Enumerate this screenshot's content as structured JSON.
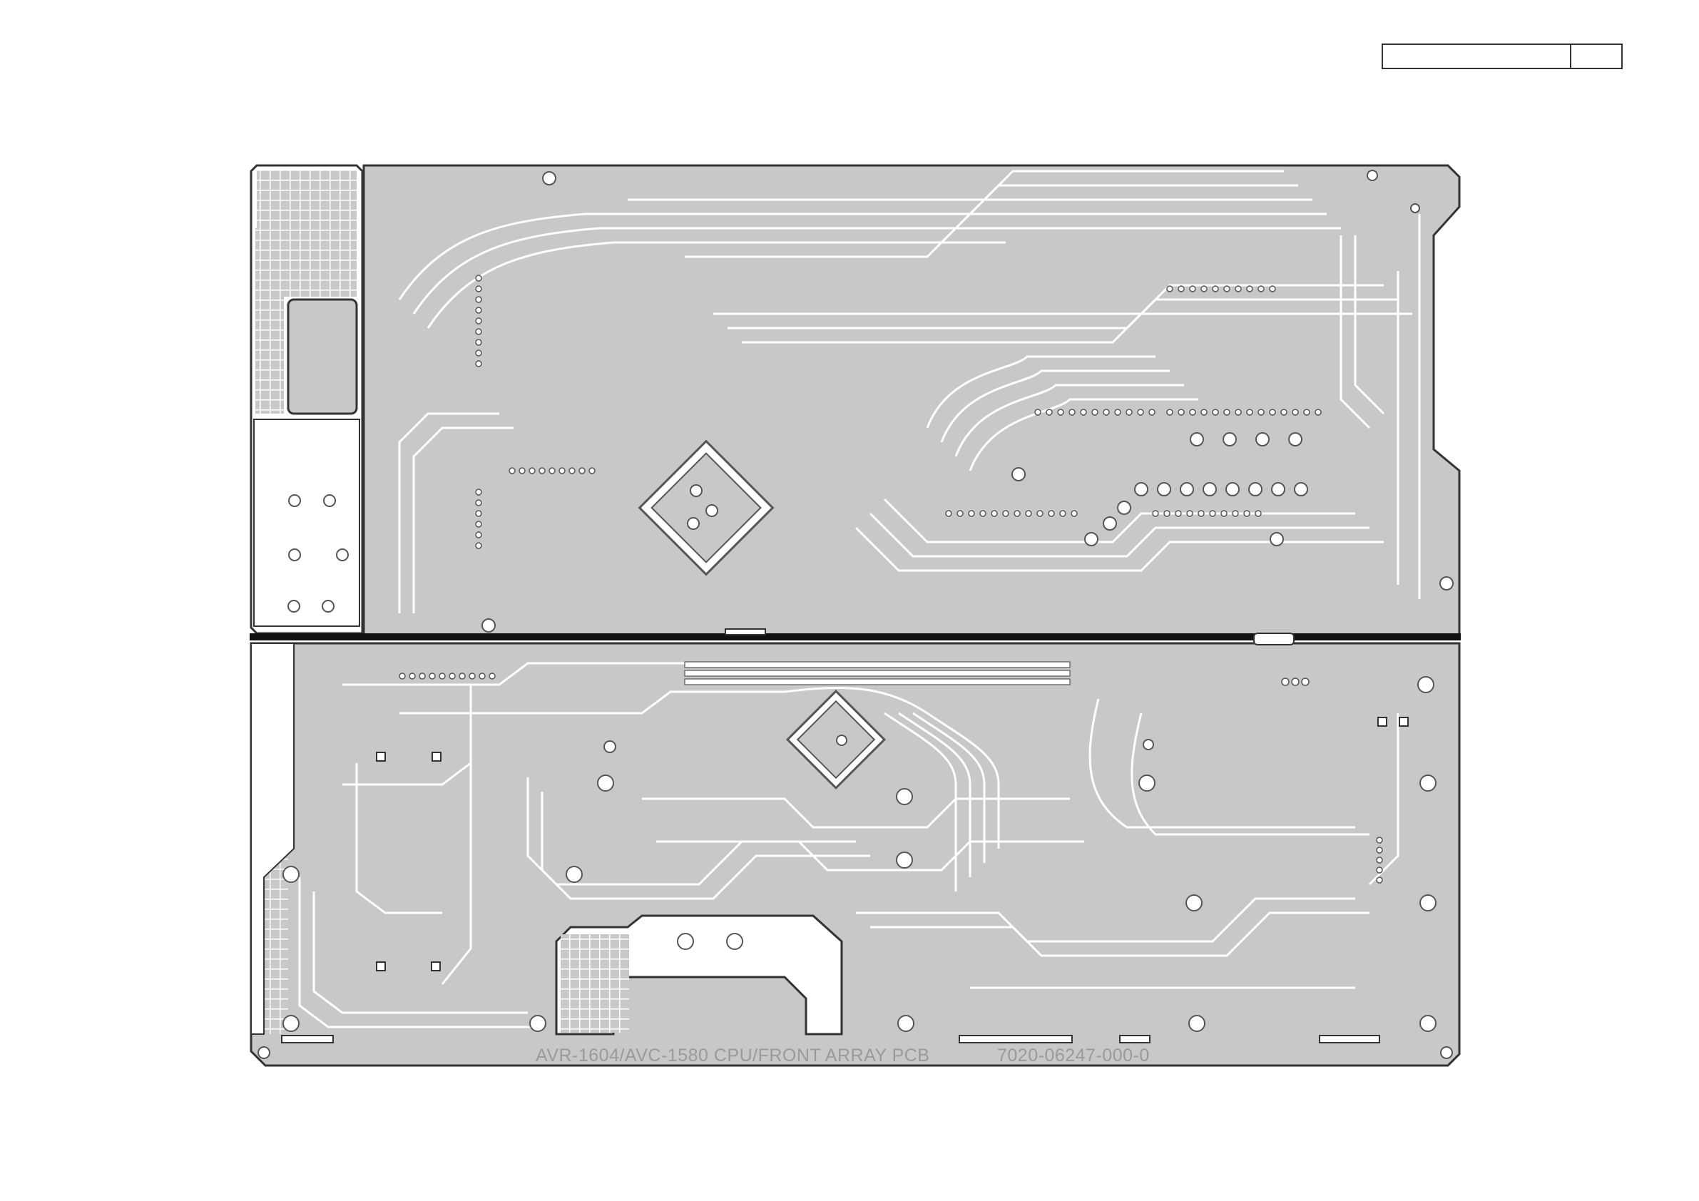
{
  "diagram": {
    "type": "pcb-artwork",
    "board_caption": "AVR-1604/AVC-1580 CPU/FRONT ARRAY PCB",
    "part_number": "7020-06247-000-0",
    "colors": {
      "copper": "#c8c8c8",
      "outline": "#333333",
      "pad": "#ffffff",
      "pad_stroke": "#555555",
      "separator": "#111111",
      "caption": "#9a9a9a"
    }
  },
  "title_block": {
    "main_cell": "",
    "page_cell": ""
  }
}
